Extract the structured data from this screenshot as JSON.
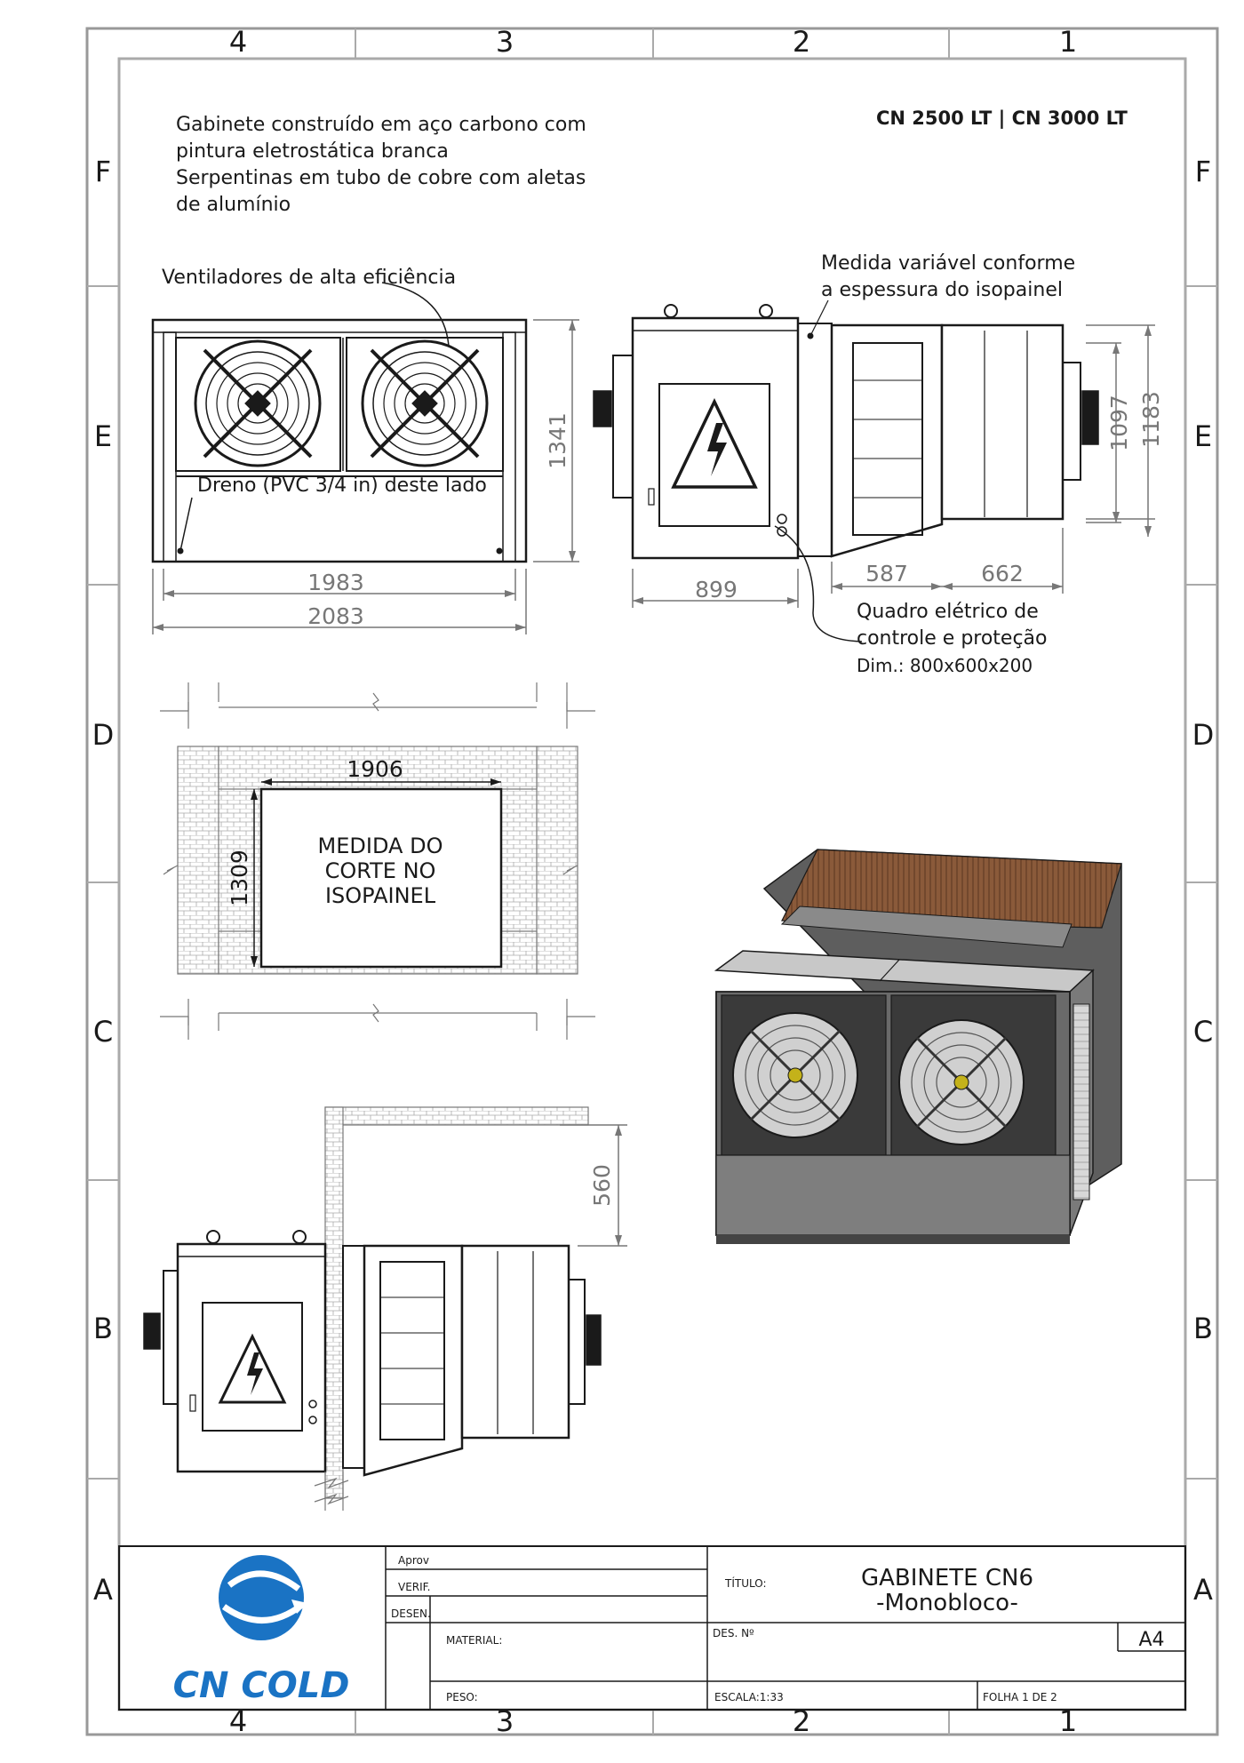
{
  "drawing": {
    "model": "CN 2500 LT | CN 3000 LT",
    "notes": {
      "construction_lines": [
        "Gabinete construído em aço carbono com",
        "pintura eletrostática branca",
        "Serpentinas em tubo de cobre com aletas",
        "de alumínio"
      ],
      "fans": "Ventiladores de alta eficiência",
      "measure_lines": [
        "Medida variável conforme",
        "a espessura do isopainel"
      ],
      "drain": "Dreno (PVC 3/4 in) deste lado",
      "panel_lines": [
        "Quadro elétrico de",
        "controle e proteção",
        "Dim.: 800x600x200"
      ]
    },
    "cutout_lines": [
      "MEDIDA DO",
      "CORTE NO",
      "ISOPAINEL"
    ],
    "dimensions": {
      "front_inner_width": "1983",
      "front_outer_width": "2083",
      "front_height": "1341",
      "side_depth": "899",
      "side_evap_depth": "587",
      "side_cond_depth": "662",
      "side_height_inner": "1097",
      "side_height_outer": "1183",
      "cutout_width": "1906",
      "cutout_height": "1309",
      "clearance": "560"
    }
  },
  "frame": {
    "columns": [
      "4",
      "3",
      "2",
      "1"
    ],
    "rows": [
      "F",
      "E",
      "D",
      "C",
      "B",
      "A"
    ]
  },
  "title_block": {
    "brand": "CN COLD",
    "aprov_label": "Aprov",
    "verif_label": "VERIF.",
    "desen_label": "DESEN.",
    "titulo_label": "TÍTULO:",
    "title_line1": "GABINETE CN6",
    "title_line2": "-Monobloco-",
    "material_label": "MATERIAL:",
    "des_no_label": "DES. Nº",
    "sheet_size": "A4",
    "peso_label": "PESO:",
    "escala": "ESCALA:1:33",
    "folha": "FOLHA 1 DE 2"
  },
  "colors": {
    "brand_blue": "#1a73c4",
    "line": "#1a1a1a",
    "dim_gray": "#777777",
    "unit_dark": "#5e5e5e",
    "unit_mid": "#8a8a8a",
    "unit_light": "#bcbcbc",
    "copper": "#8a5a3a"
  }
}
